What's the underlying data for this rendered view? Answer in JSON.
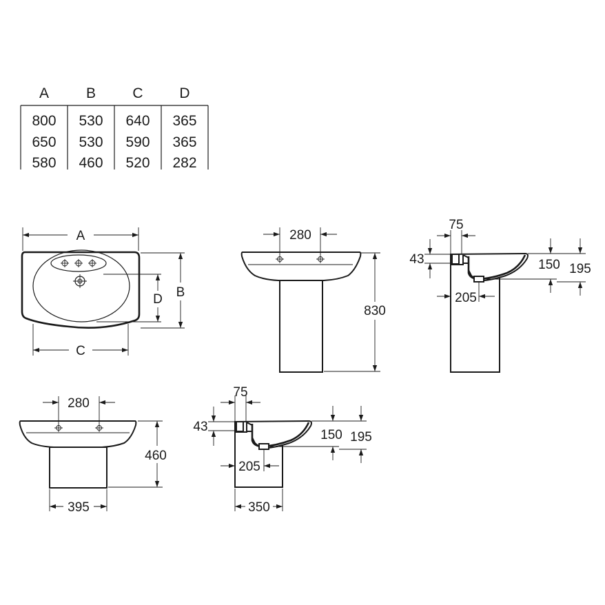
{
  "table": {
    "headers": [
      "A",
      "B",
      "C",
      "D"
    ],
    "rows": [
      [
        "800",
        "530",
        "640",
        "365"
      ],
      [
        "650",
        "530",
        "590",
        "365"
      ],
      [
        "580",
        "460",
        "520",
        "282"
      ]
    ]
  },
  "top_view": {
    "width_label": "A",
    "depth_label": "B",
    "inner_width_label": "C",
    "inner_depth_label": "D"
  },
  "front_pedestal": {
    "tap_spacing": "280",
    "height": "830"
  },
  "side_pedestal": {
    "offset": "75",
    "rim_thickness": "43",
    "bowl_depth": "150",
    "total_depth": "195",
    "waste_distance": "205"
  },
  "front_semipedestal": {
    "tap_spacing": "280",
    "height": "460",
    "width": "395"
  },
  "side_semipedestal": {
    "offset": "75",
    "rim_thickness": "43",
    "bowl_depth": "150",
    "total_depth": "195",
    "waste_distance": "205",
    "depth": "350"
  }
}
